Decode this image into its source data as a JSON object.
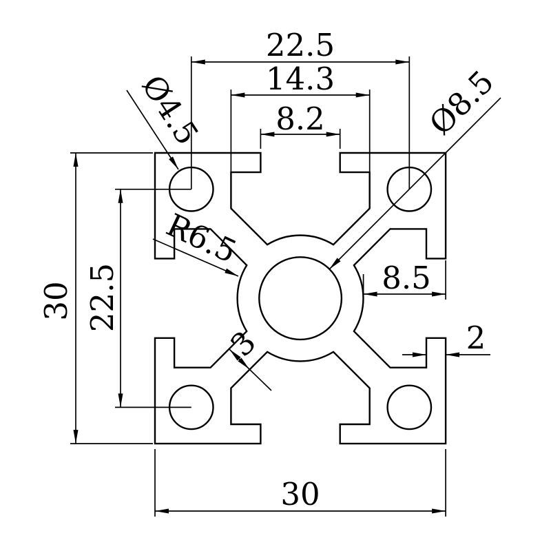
{
  "drawing": {
    "background_color": "#ffffff",
    "line_color": "#000000",
    "profile_type": "extrusion-cross-section",
    "dims": {
      "top_width": "22.5",
      "slot_inner_width": "14.3",
      "slot_opening": "8.2",
      "overall_height": "30",
      "hole_spacing": "22.5",
      "overall_width": "30",
      "boss_to_edge": "8.5",
      "flange_thickness": "2",
      "web_thickness": "3",
      "corner_hole_diameter": "Ø4.5",
      "center_bore_diameter": "Ø8.5",
      "center_boss_radius": "R6.5"
    }
  }
}
